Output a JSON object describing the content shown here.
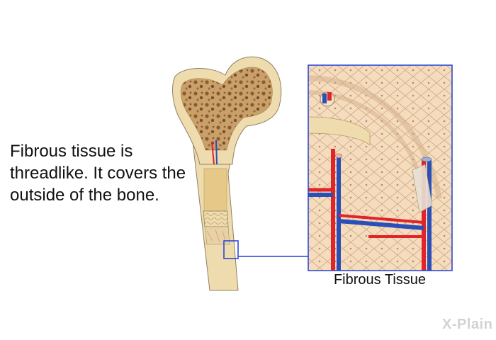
{
  "caption": {
    "text": "Fibrous tissue is threadlike. It covers the outside of the bone."
  },
  "inset": {
    "label": "Fibrous Tissue"
  },
  "logo": {
    "text": "X-Plain"
  },
  "colors": {
    "bone": "#efdcae",
    "bone_dark": "#d9c08a",
    "spongy": "#9a6b3e",
    "marrow": "#e6c888",
    "artery": "#e0242a",
    "vein": "#2a4fb8",
    "frame": "#1f3fd8"
  }
}
